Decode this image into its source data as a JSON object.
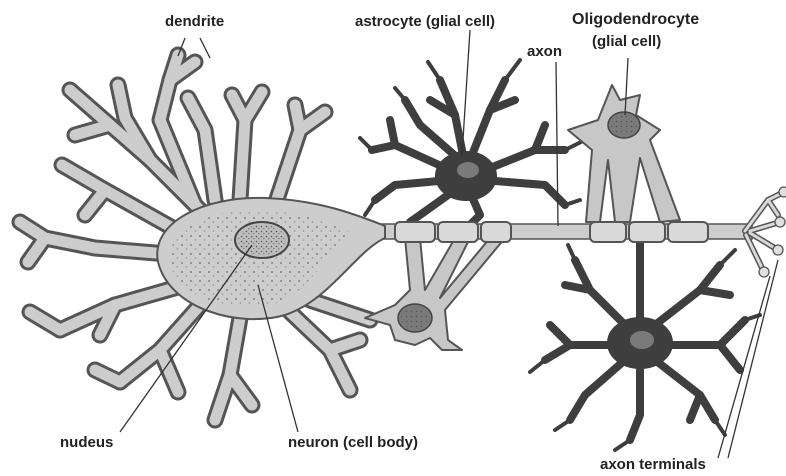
{
  "labels": {
    "dendrite": "dendrite",
    "astrocyte": "astrocyte (glial cell)",
    "axon": "axon",
    "oligo_line1": "Oligodendrocyte",
    "oligo_line2": "(glial cell)",
    "nucleus": "nudeus",
    "cell_body": "neuron (cell body)",
    "axon_terminals": "axon terminals"
  },
  "colors": {
    "cell_fill": "#cdcdcd",
    "cell_stroke": "#555555",
    "glia_fill": "#3e3e3e",
    "glia_nucleus": "#7a7a7a",
    "myelin_fill": "#d9d9d9",
    "leader": "#333333",
    "text": "#222222"
  }
}
